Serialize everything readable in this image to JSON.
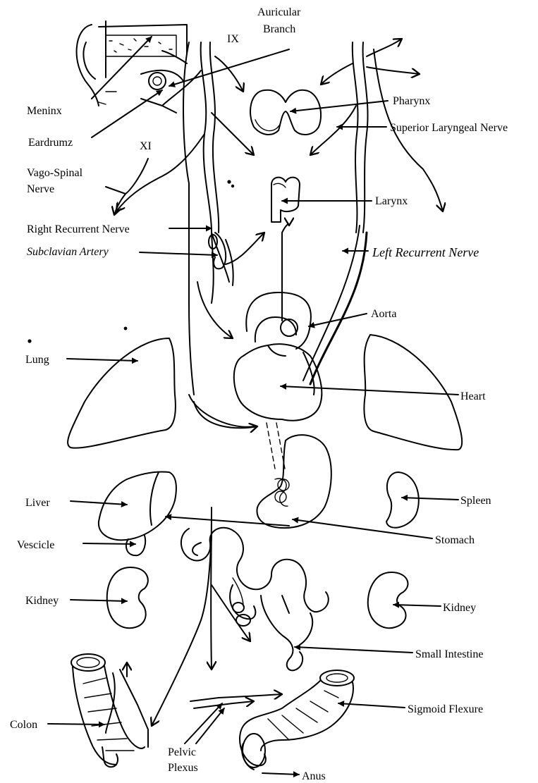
{
  "labels": {
    "auricular_branch_line1": "Auricular",
    "auricular_branch_line2": "Branch",
    "ix": "IX",
    "meninx": "Meninx",
    "pharynx": "Pharynx",
    "eardrum": "Eardrumz",
    "superior_laryngeal_nerve": "Superior Laryngeal Nerve",
    "xi": "XI",
    "vago_spinal_line1": "Vago-Spinal",
    "vago_spinal_line2": "Nerve",
    "larynx": "Larynx",
    "right_recurrent_nerve": "Right Recurrent Nerve",
    "subclavian_artery": "Subclavian Artery",
    "left_recurrent_nerve": "Left Recurrent Nerve",
    "aorta": "Aorta",
    "lung": "Lung",
    "heart": "Heart",
    "liver": "Liver",
    "spleen": "Spleen",
    "vescicle": "Vescicle",
    "stomach": "Stomach",
    "kidney_left": "Kidney",
    "kidney_right": "Kidney",
    "small_intestine": "Small Intestine",
    "sigmoid_flexure": "Sigmoid Flexure",
    "colon": "Colon",
    "pelvic_plexus_line1": "Pelvic",
    "pelvic_plexus_line2": "Plexus",
    "anus": "Anus"
  }
}
